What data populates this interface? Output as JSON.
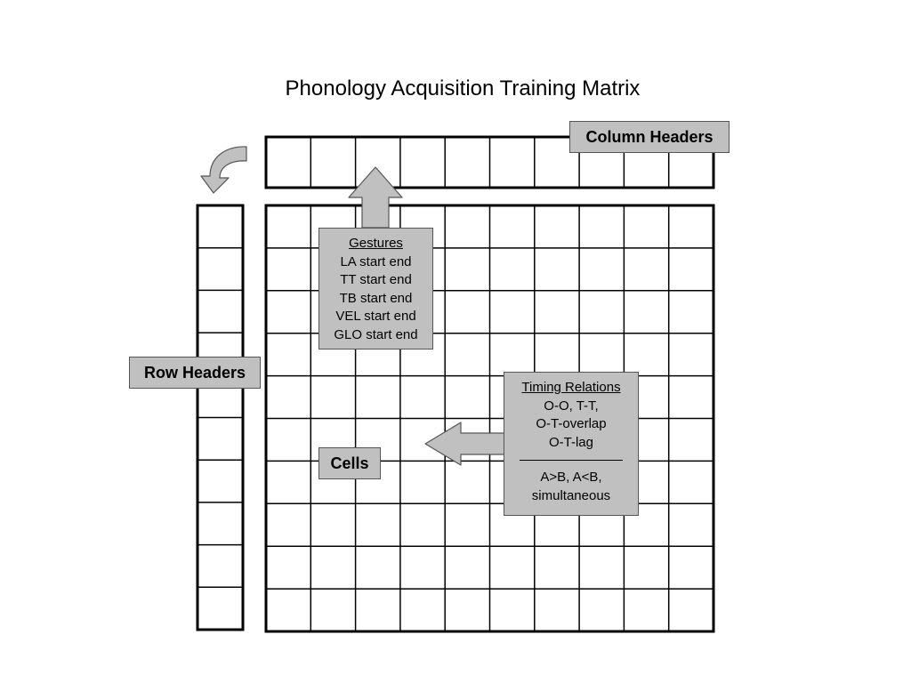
{
  "title": "Phonology Acquisition Training Matrix",
  "labels": {
    "column_headers": "Column Headers",
    "row_headers": "Row Headers",
    "cells": "Cells"
  },
  "gestures": {
    "heading": "Gestures",
    "items": [
      "LA start end",
      "TT start end",
      "TB start end",
      "VEL start end",
      "GLO start end"
    ]
  },
  "timing_relations": {
    "heading": "Timing Relations",
    "items": [
      "O-O, T-T,",
      "O-T-overlap",
      "O-T-lag"
    ],
    "comparisons": [
      "A>B, A<B,",
      "simultaneous"
    ]
  },
  "colors": {
    "box_fill": "#c0c0c0",
    "grid_stroke": "#000000",
    "arrow_fill": "#c0c0c0"
  },
  "grid": {
    "column_header_cells": 10,
    "row_header_cells": 10,
    "matrix_rows": 10,
    "matrix_cols": 10
  }
}
